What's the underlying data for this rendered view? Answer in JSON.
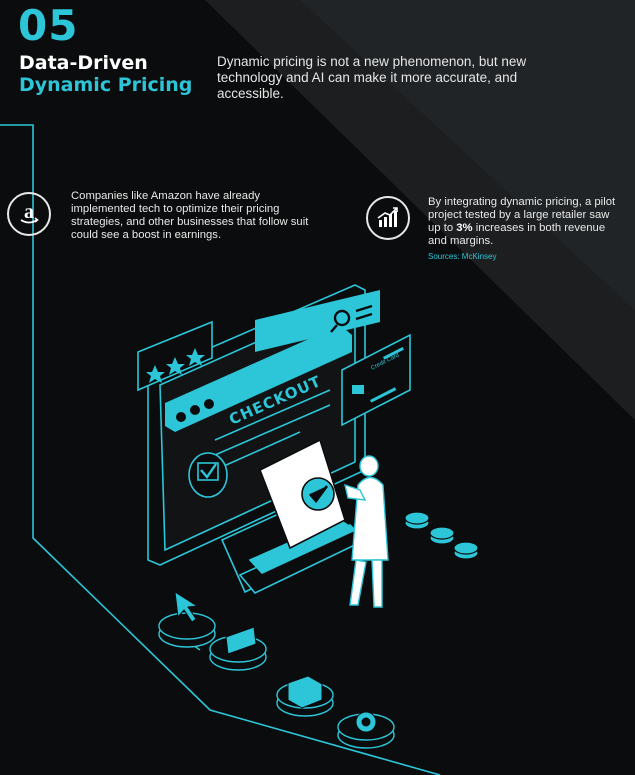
{
  "section": {
    "number": "05",
    "title_line1": "Data-Driven",
    "title_line2": "Dynamic Pricing",
    "intro": "Dynamic pricing is not a new phenomenon, but new technology and AI can make it more accurate, and accessible."
  },
  "points": {
    "amazon": {
      "icon": "amazon-logo-icon",
      "text": "Companies like Amazon have already implemented tech to optimize their pricing strategies, and other businesses that follow suit could see a boost in earnings."
    },
    "mckinsey": {
      "icon": "growth-chart-icon",
      "text_before": "By integrating dynamic pricing, a pilot project tested by a large retailer saw up to ",
      "highlight": "3%",
      "text_after": " increases in both revenue and margins.",
      "source": "Sources: McKinsey"
    }
  },
  "illustration": {
    "checkout_label": "CHECKOUT",
    "card_label": "Credit Card"
  },
  "colors": {
    "accent": "#2cc6d8",
    "background": "#0b0c0d",
    "text": "#e8e8e8"
  }
}
